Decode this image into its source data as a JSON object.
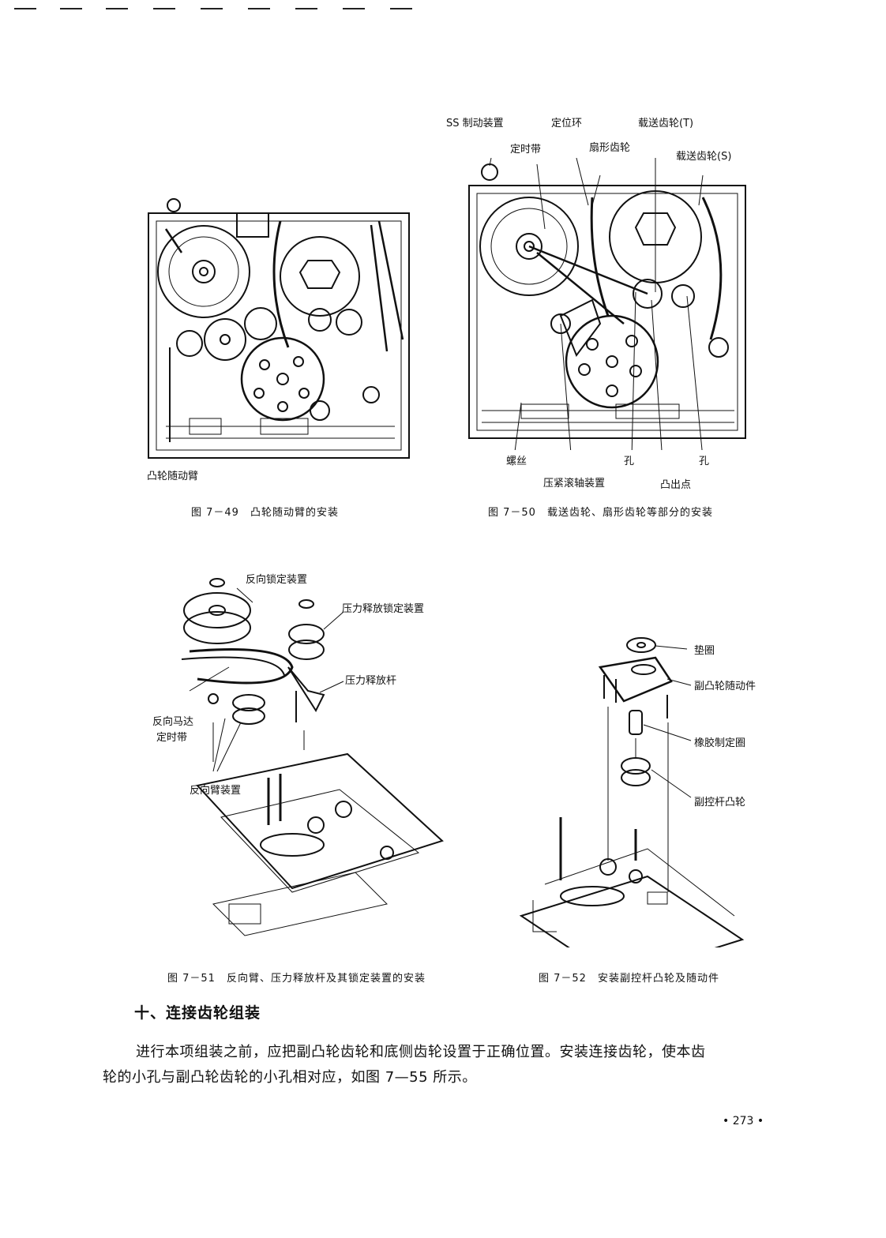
{
  "fig49": {
    "caption": "图 7－49　凸轮随动臂的安装",
    "labels": {
      "cam_follower_arm": "凸轮随动臂"
    }
  },
  "fig50": {
    "caption": "图 7－50　载送齿轮、扇形齿轮等部分的安装",
    "labels": {
      "ss_brake": "SS 制动装置",
      "locating_ring": "定位环",
      "carrier_gear_t": "载送齿轮(T)",
      "timing_belt": "定时带",
      "sector_gear": "扇形齿轮",
      "carrier_gear_s": "载送齿轮(S)",
      "screw": "螺丝",
      "hole_1": "孔",
      "hole_2": "孔",
      "pinch_roller": "压紧滚轴装置",
      "protrusion": "凸出点"
    }
  },
  "fig51": {
    "caption": "图 7－51　反向臂、压力释放杆及其锁定装置的安装",
    "labels": {
      "reverse_lock": "反向锁定装置",
      "pressure_release_lock": "压力释放锁定装置",
      "pressure_release_lever": "压力释放杆",
      "reverse_motor_belt_1": "反向马达",
      "reverse_motor_belt_2": "定时带",
      "reverse_arm": "反向臂装置"
    }
  },
  "fig52": {
    "caption": "图 7－52　安装副控杆凸轮及随动件",
    "labels": {
      "washer": "垫圈",
      "sub_cam_follower": "副凸轮随动件",
      "rubber_ring": "橡胶制定圈",
      "sub_lever_cam": "副控杆凸轮"
    }
  },
  "section": {
    "heading": "十、连接齿轮组装",
    "para_line1": "进行本项组装之前，应把副凸轮齿轮和底侧齿轮设置于正确位置。安装连接齿轮，使本齿",
    "para_line2": "轮的小孔与副凸轮齿轮的小孔相对应，如图 7—55 所示。"
  },
  "page_number": "• 273 •"
}
